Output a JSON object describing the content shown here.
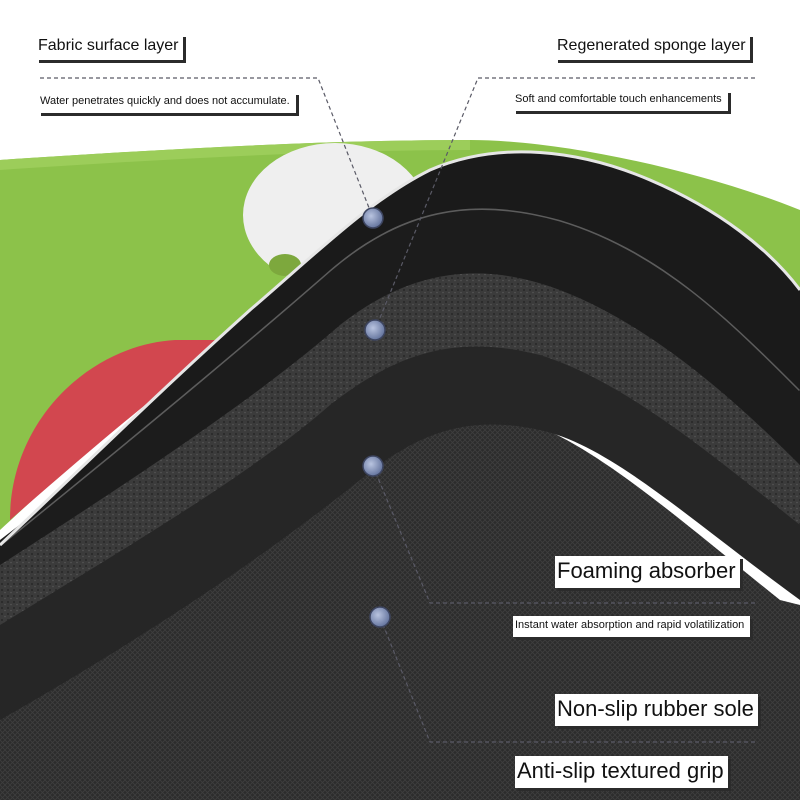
{
  "callouts": {
    "fabric_surface": {
      "title": "Fabric surface layer",
      "desc": "Water penetrates quickly and does not accumulate."
    },
    "regenerated_sponge": {
      "title": "Regenerated sponge layer",
      "desc": "Soft and comfortable touch enhancements"
    },
    "foaming_absorber": {
      "title": "Foaming absorber",
      "desc": "Instant water absorption and rapid volatilization"
    },
    "rubber_sole": {
      "title": "Non-slip rubber sole"
    },
    "textured_grip": {
      "title": "Anti-slip textured grip"
    }
  },
  "colors": {
    "mat_green": "#8cc24a",
    "mat_red": "#d2474f",
    "mat_white": "#f0f0f0",
    "layer_black": "#1c1c1c",
    "layer_gray": "#4a4a4a",
    "marker_blue": "#7f8fb7",
    "leader_line": "#5a5a66"
  }
}
